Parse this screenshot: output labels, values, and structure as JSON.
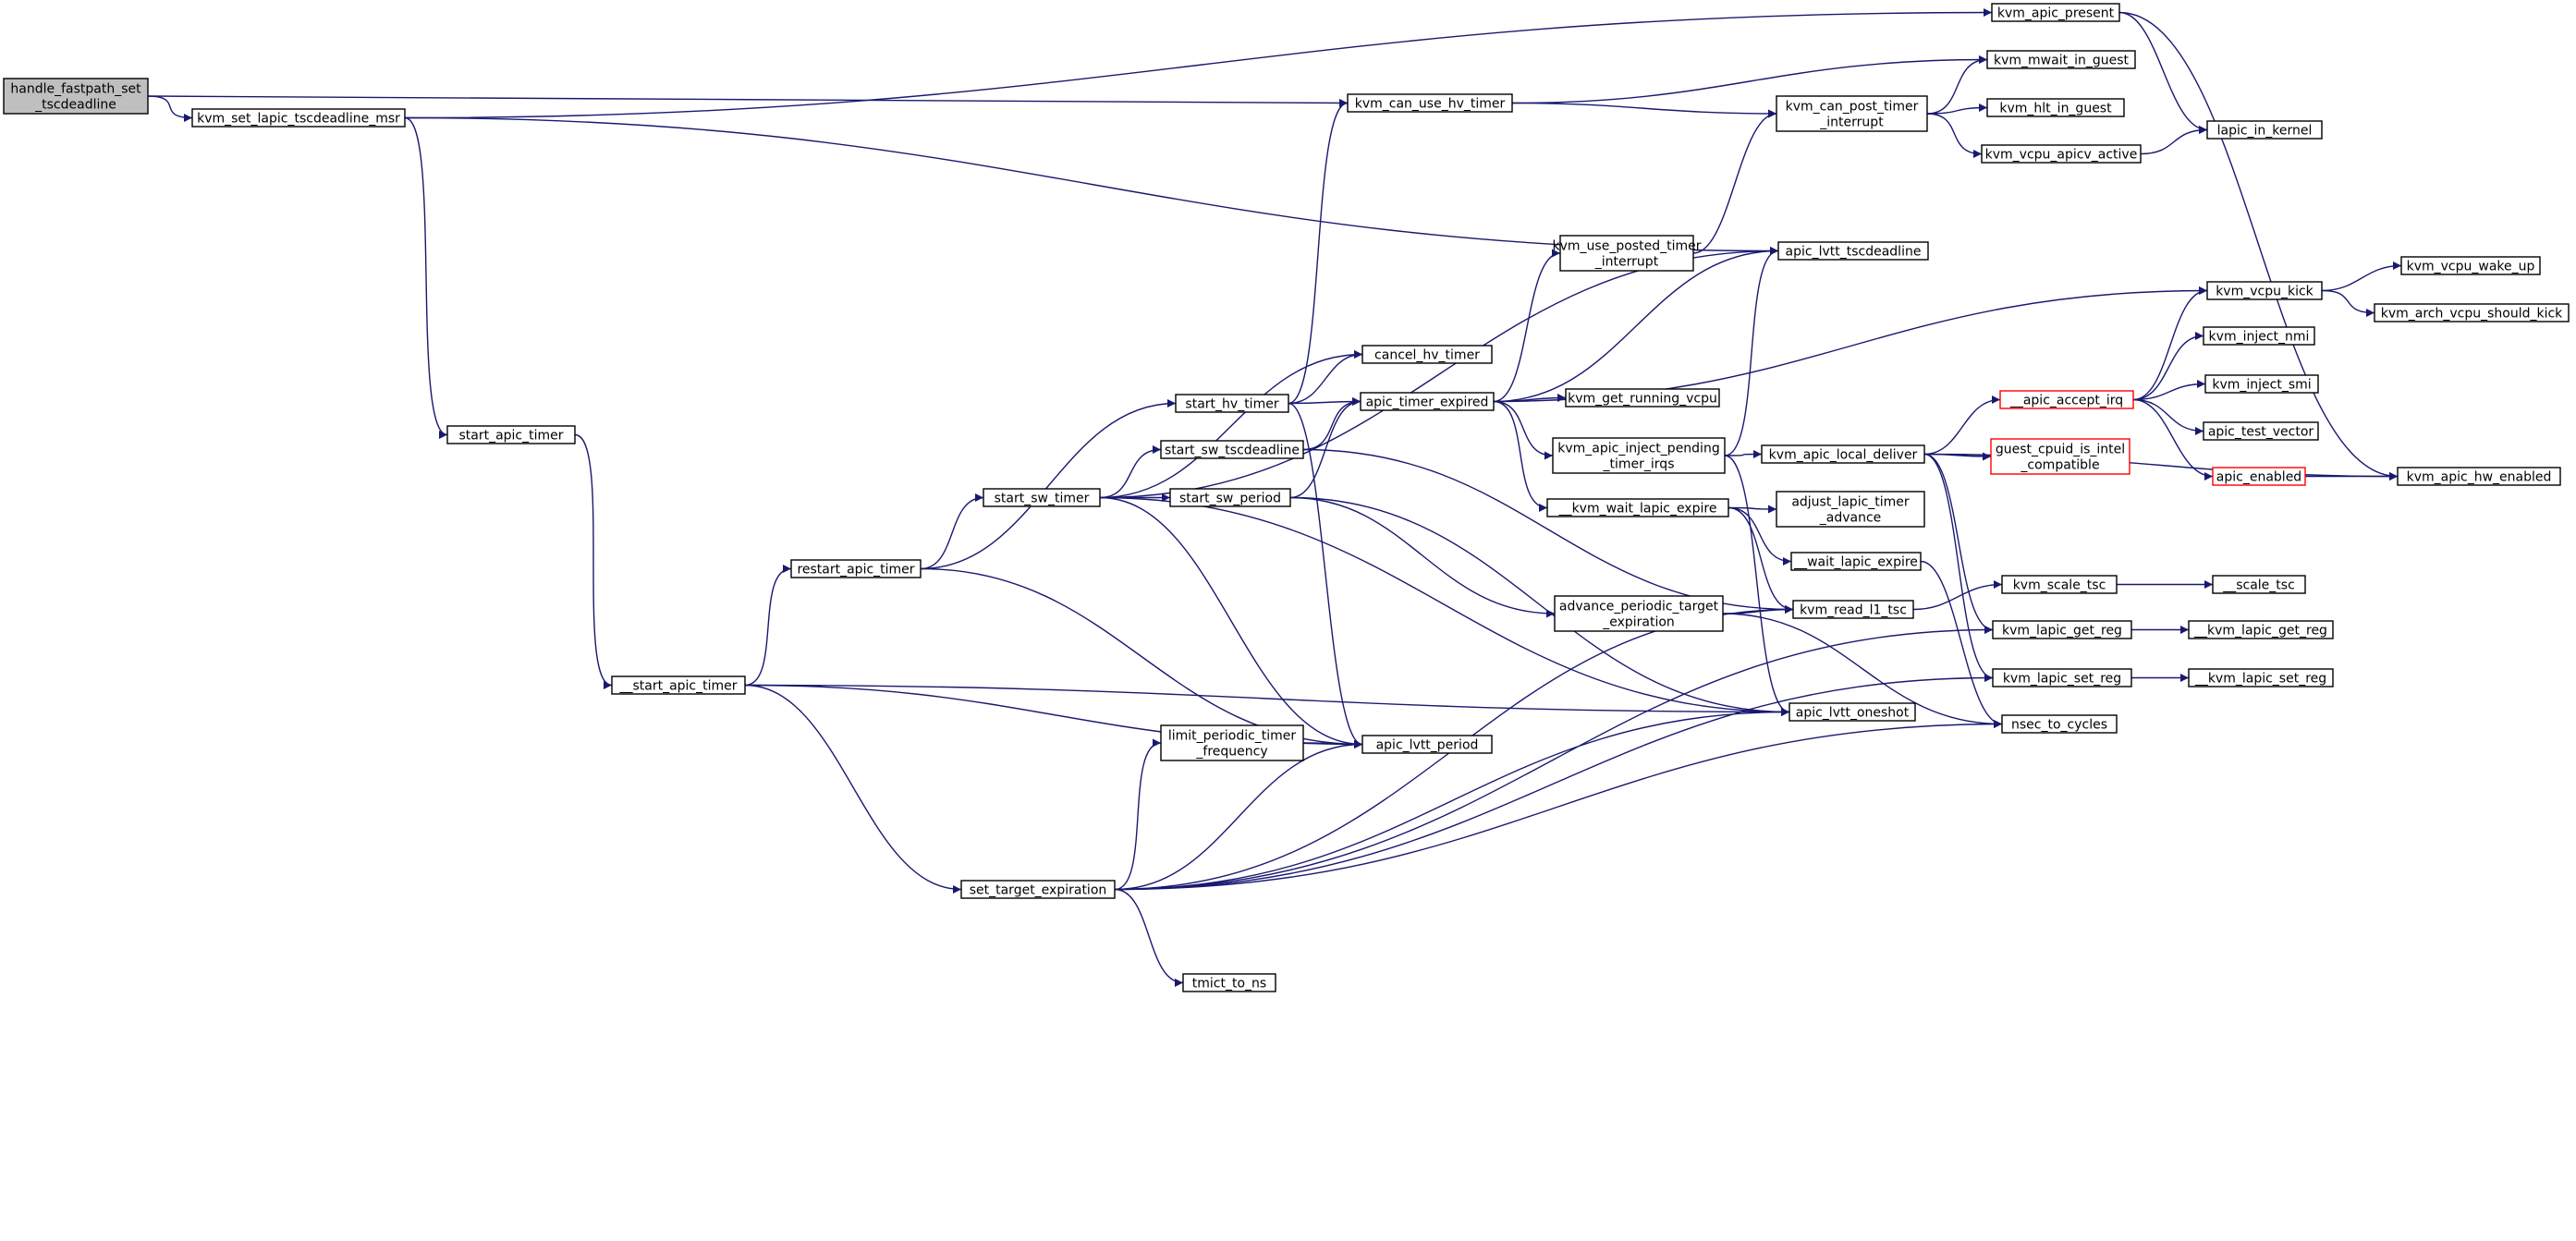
{
  "colors": {
    "edge": "#191970",
    "root_fill": "#bfbfbf",
    "incomplete_border": "#ff0000",
    "node_border": "#000000"
  },
  "nodes": [
    {
      "id": "root",
      "lines": [
        "handle_fastpath_set",
        "_tscdeadline"
      ],
      "style": "root"
    },
    {
      "id": "ksltd",
      "lines": [
        "kvm_set_lapic_tscdeadline_msr"
      ]
    },
    {
      "id": "kap",
      "lines": [
        "kvm_apic_present"
      ]
    },
    {
      "id": "kmig",
      "lines": [
        "kvm_mwait_in_guest"
      ]
    },
    {
      "id": "kcuht",
      "lines": [
        "kvm_can_use_hv_timer"
      ]
    },
    {
      "id": "kcpti",
      "lines": [
        "kvm_can_post_timer",
        "_interrupt"
      ]
    },
    {
      "id": "khig",
      "lines": [
        "kvm_hlt_in_guest"
      ]
    },
    {
      "id": "lik",
      "lines": [
        "lapic_in_kernel"
      ]
    },
    {
      "id": "kvaa",
      "lines": [
        "kvm_vcpu_apicv_active"
      ]
    },
    {
      "id": "kupti",
      "lines": [
        "kvm_use_posted_timer",
        "_interrupt"
      ]
    },
    {
      "id": "alt",
      "lines": [
        "apic_lvtt_tscdeadline"
      ]
    },
    {
      "id": "kvwu",
      "lines": [
        "kvm_vcpu_wake_up"
      ]
    },
    {
      "id": "kvk",
      "lines": [
        "kvm_vcpu_kick"
      ]
    },
    {
      "id": "kavsk",
      "lines": [
        "kvm_arch_vcpu_should_kick"
      ]
    },
    {
      "id": "kin",
      "lines": [
        "kvm_inject_nmi"
      ]
    },
    {
      "id": "cht",
      "lines": [
        "cancel_hv_timer"
      ]
    },
    {
      "id": "kis",
      "lines": [
        "kvm_inject_smi"
      ]
    },
    {
      "id": "aai",
      "lines": [
        "__apic_accept_irq"
      ],
      "style": "incomplete"
    },
    {
      "id": "sht",
      "lines": [
        "start_hv_timer"
      ]
    },
    {
      "id": "ate",
      "lines": [
        "apic_timer_expired"
      ]
    },
    {
      "id": "kgrv",
      "lines": [
        "kvm_get_running_vcpu"
      ]
    },
    {
      "id": "sat",
      "lines": [
        "start_apic_timer"
      ]
    },
    {
      "id": "atv",
      "lines": [
        "apic_test_vector"
      ]
    },
    {
      "id": "kaipt",
      "lines": [
        "kvm_apic_inject_pending",
        "_timer_irqs"
      ]
    },
    {
      "id": "ssts",
      "lines": [
        "start_sw_tscdeadline"
      ]
    },
    {
      "id": "kald",
      "lines": [
        "kvm_apic_local_deliver"
      ]
    },
    {
      "id": "gcii",
      "lines": [
        "guest_cpuid_is_intel",
        "_compatible"
      ],
      "style": "incomplete"
    },
    {
      "id": "sst",
      "lines": [
        "start_sw_timer"
      ]
    },
    {
      "id": "ssp",
      "lines": [
        "start_sw_period"
      ]
    },
    {
      "id": "ae",
      "lines": [
        "apic_enabled"
      ],
      "style": "incomplete"
    },
    {
      "id": "kahe",
      "lines": [
        "kvm_apic_hw_enabled"
      ]
    },
    {
      "id": "kwle",
      "lines": [
        "__kvm_wait_lapic_expire"
      ]
    },
    {
      "id": "alta",
      "lines": [
        "adjust_lapic_timer",
        "_advance"
      ]
    },
    {
      "id": "rat",
      "lines": [
        "restart_apic_timer"
      ]
    },
    {
      "id": "wle",
      "lines": [
        "__wait_lapic_expire"
      ]
    },
    {
      "id": "kst",
      "lines": [
        "kvm_scale_tsc"
      ]
    },
    {
      "id": "st",
      "lines": [
        "__scale_tsc"
      ]
    },
    {
      "id": "apte",
      "lines": [
        "advance_periodic_target",
        "_expiration"
      ]
    },
    {
      "id": "krlt",
      "lines": [
        "kvm_read_l1_tsc"
      ]
    },
    {
      "id": "klgr",
      "lines": [
        "kvm_lapic_get_reg"
      ]
    },
    {
      "id": "_klgr",
      "lines": [
        "__kvm_lapic_get_reg"
      ]
    },
    {
      "id": "_sat",
      "lines": [
        "__start_apic_timer"
      ]
    },
    {
      "id": "klsr",
      "lines": [
        "kvm_lapic_set_reg"
      ]
    },
    {
      "id": "_klsr",
      "lines": [
        "__kvm_lapic_set_reg"
      ]
    },
    {
      "id": "ntc",
      "lines": [
        "nsec_to_cycles"
      ]
    },
    {
      "id": "alo",
      "lines": [
        "apic_lvtt_oneshot"
      ]
    },
    {
      "id": "lptf",
      "lines": [
        "limit_periodic_timer",
        "_frequency"
      ]
    },
    {
      "id": "alp",
      "lines": [
        "apic_lvtt_period"
      ]
    },
    {
      "id": "ste",
      "lines": [
        "set_target_expiration"
      ]
    },
    {
      "id": "ttn",
      "lines": [
        "tmict_to_ns"
      ]
    }
  ],
  "edges": [
    [
      "root",
      "ksltd"
    ],
    [
      "root",
      "kcuht"
    ],
    [
      "ksltd",
      "kap"
    ],
    [
      "ksltd",
      "alt"
    ],
    [
      "ksltd",
      "sat"
    ],
    [
      "kcuht",
      "kmig"
    ],
    [
      "kcuht",
      "kcpti"
    ],
    [
      "kcpti",
      "kmig"
    ],
    [
      "kcpti",
      "khig"
    ],
    [
      "kcpti",
      "kvaa"
    ],
    [
      "kap",
      "lik"
    ],
    [
      "kap",
      "kahe"
    ],
    [
      "kvaa",
      "lik"
    ],
    [
      "kupti",
      "kcpti"
    ],
    [
      "kvk",
      "kvwu"
    ],
    [
      "kvk",
      "kavsk"
    ],
    [
      "aai",
      "kvk"
    ],
    [
      "aai",
      "kin"
    ],
    [
      "aai",
      "kis"
    ],
    [
      "aai",
      "atv"
    ],
    [
      "aai",
      "ae"
    ],
    [
      "ae",
      "kahe"
    ],
    [
      "sat",
      "_sat"
    ],
    [
      "_sat",
      "rat"
    ],
    [
      "_sat",
      "alp"
    ],
    [
      "_sat",
      "ste"
    ],
    [
      "_sat",
      "alo"
    ],
    [
      "rat",
      "sht"
    ],
    [
      "rat",
      "sst"
    ],
    [
      "rat",
      "alp"
    ],
    [
      "sst",
      "alt"
    ],
    [
      "sst",
      "cht"
    ],
    [
      "sst",
      "ssts"
    ],
    [
      "sst",
      "ssp"
    ],
    [
      "sst",
      "alp"
    ],
    [
      "sst",
      "alo"
    ],
    [
      "sht",
      "cht"
    ],
    [
      "sht",
      "kcuht"
    ],
    [
      "sht",
      "ate"
    ],
    [
      "sht",
      "alp"
    ],
    [
      "ssts",
      "ate"
    ],
    [
      "ssts",
      "krlt"
    ],
    [
      "ssp",
      "ate"
    ],
    [
      "ssp",
      "apte"
    ],
    [
      "ssp",
      "alo"
    ],
    [
      "ate",
      "kupti"
    ],
    [
      "ate",
      "alt"
    ],
    [
      "ate",
      "kvk"
    ],
    [
      "ate",
      "kgrv"
    ],
    [
      "ate",
      "kaipt"
    ],
    [
      "ate",
      "kwle"
    ],
    [
      "kaipt",
      "alt"
    ],
    [
      "kaipt",
      "kald"
    ],
    [
      "kaipt",
      "alo"
    ],
    [
      "kald",
      "aai"
    ],
    [
      "kald",
      "gcii"
    ],
    [
      "kald",
      "kahe"
    ],
    [
      "kald",
      "klgr"
    ],
    [
      "kald",
      "klsr"
    ],
    [
      "kwle",
      "alta"
    ],
    [
      "kwle",
      "wle"
    ],
    [
      "kwle",
      "krlt"
    ],
    [
      "wle",
      "ntc"
    ],
    [
      "krlt",
      "kst"
    ],
    [
      "kst",
      "st"
    ],
    [
      "apte",
      "krlt"
    ],
    [
      "apte",
      "ntc"
    ],
    [
      "klgr",
      "_klgr"
    ],
    [
      "klsr",
      "_klsr"
    ],
    [
      "lptf",
      "alp"
    ],
    [
      "ste",
      "lptf"
    ],
    [
      "ste",
      "alp"
    ],
    [
      "ste",
      "krlt"
    ],
    [
      "ste",
      "alo"
    ],
    [
      "ste",
      "klgr"
    ],
    [
      "ste",
      "ttn"
    ],
    [
      "ste",
      "klsr"
    ],
    [
      "ste",
      "ntc"
    ]
  ]
}
